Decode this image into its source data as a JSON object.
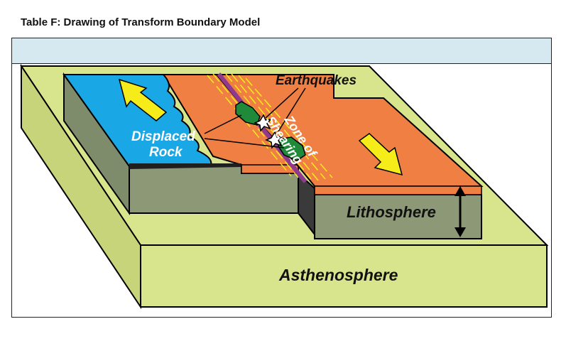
{
  "caption": "Table F: Drawing of Transform Boundary Model",
  "labels": {
    "earthquakes": "Earthquakes",
    "displaced_line1": "Displaced",
    "displaced_line2": "Rock",
    "zone_line1": "Zone of",
    "zone_line2": "Shearing",
    "lithosphere": "Lithosphere",
    "asthenosphere": "Asthenosphere"
  },
  "colors": {
    "asthenosphere": "#d9e58c",
    "plate_blue": "#1aa7e6",
    "plate_orange": "#f07f44",
    "side_gray": "#8c9876",
    "arrow_yellow": "#f6ec1a",
    "fault_purple": "#8e3a8e",
    "rock_green": "#1f8a3a",
    "header_blue": "#d6e9f0"
  }
}
